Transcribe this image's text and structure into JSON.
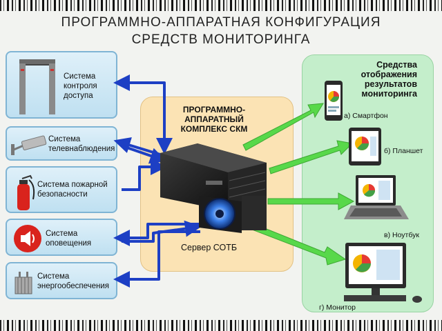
{
  "header": {
    "title_line1": "ПРОГРАММНО-АППАРАТНАЯ  КОНФИГУРАЦИЯ",
    "title_line2": "СРЕДСТВ МОНИТОРИНГА"
  },
  "systems": [
    {
      "label_lines": [
        "Система",
        "контроля",
        "доступа"
      ],
      "icon": "metal-detector-gate-icon"
    },
    {
      "label_lines": [
        "Система",
        "телевнаблюдения"
      ],
      "icon": "cctv-camera-icon"
    },
    {
      "label_lines": [
        "Система пожарной",
        "безопасности"
      ],
      "icon": "fire-extinguisher-icon"
    },
    {
      "label_lines": [
        "Система",
        "оповещения"
      ],
      "icon": "speaker-icon"
    },
    {
      "label_lines": [
        "Система",
        "энергообеспечения"
      ],
      "icon": "transformer-icon"
    }
  ],
  "core": {
    "title_lines": [
      "ПРОГРАММНО-",
      "АППАРАТНЫЙ",
      "КОМПЛЕКС СКМ"
    ],
    "server_label": "Сервер СОТБ"
  },
  "outputs": {
    "title_lines": [
      "Средства",
      "отображения",
      "результатов",
      "мониторинга"
    ],
    "devices": [
      {
        "label": "а) Смартфон",
        "icon": "smartphone-icon"
      },
      {
        "label": "б) Планшет",
        "icon": "tablet-icon"
      },
      {
        "label": "в) Ноутбук",
        "icon": "laptop-icon"
      },
      {
        "label": "г) Монитор",
        "icon": "desktop-monitor-icon"
      }
    ]
  },
  "colors": {
    "input_arrow": "#1d3fc4",
    "output_arrow": "#58d84a",
    "core_panel": "#fbe3b4",
    "output_panel": "#c4eecb",
    "system_box": "#cfe8f5"
  }
}
